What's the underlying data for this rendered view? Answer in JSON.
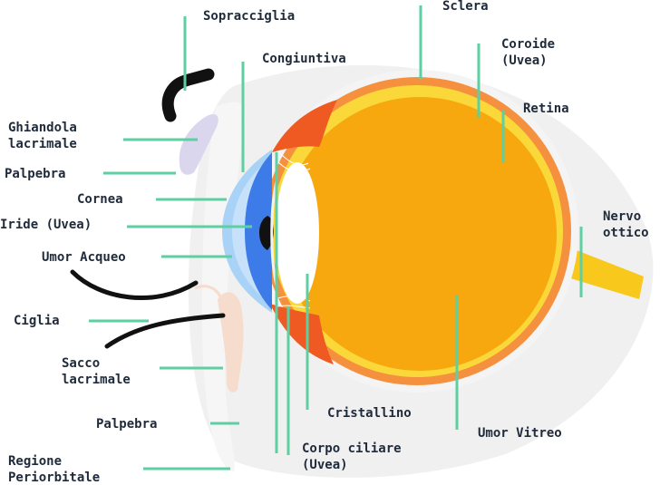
{
  "colors": {
    "leader_line": "#5dcfa2",
    "label_text": "#1f2a3a",
    "sclera": "#f4f4f4",
    "choroid": "#f5913e",
    "retina": "#fad83a",
    "vitreous": "#f7a80e",
    "cornea": "#a9d2f7",
    "iris": "#3d7ce8",
    "pupil": "#111111",
    "ciliary": "#ef5a22",
    "lens": "#ffffff",
    "optic_nerve": "#f8c81c",
    "lacrimal": "#d9d6ee",
    "sac": "#f6dccc",
    "lash_brow": "#111111"
  },
  "labels": {
    "sopracciglia": "Sopracciglia",
    "sclera": "Sclera",
    "congiuntiva": "Congiuntiva",
    "coroide": "Coroide\n(Uvea)",
    "ghiandola": "Ghiandola\nlacrimale",
    "retina": "Retina",
    "palpebra_top": "Palpebra",
    "cornea": "Cornea",
    "iride": "Iride (Uvea)",
    "nervo": "Nervo\nottico",
    "umor_acqueo": "Umor Acqueo",
    "ciglia": "Ciglia",
    "sacco": "Sacco\nlacrimale",
    "cristallino": "Cristallino",
    "umor_vitreo": "Umor Vitreo",
    "palpebra_bottom": "Palpebra",
    "corpo_ciliare": "Corpo ciliare\n(Uvea)",
    "regione": "Regione\nPeriorbitale"
  }
}
